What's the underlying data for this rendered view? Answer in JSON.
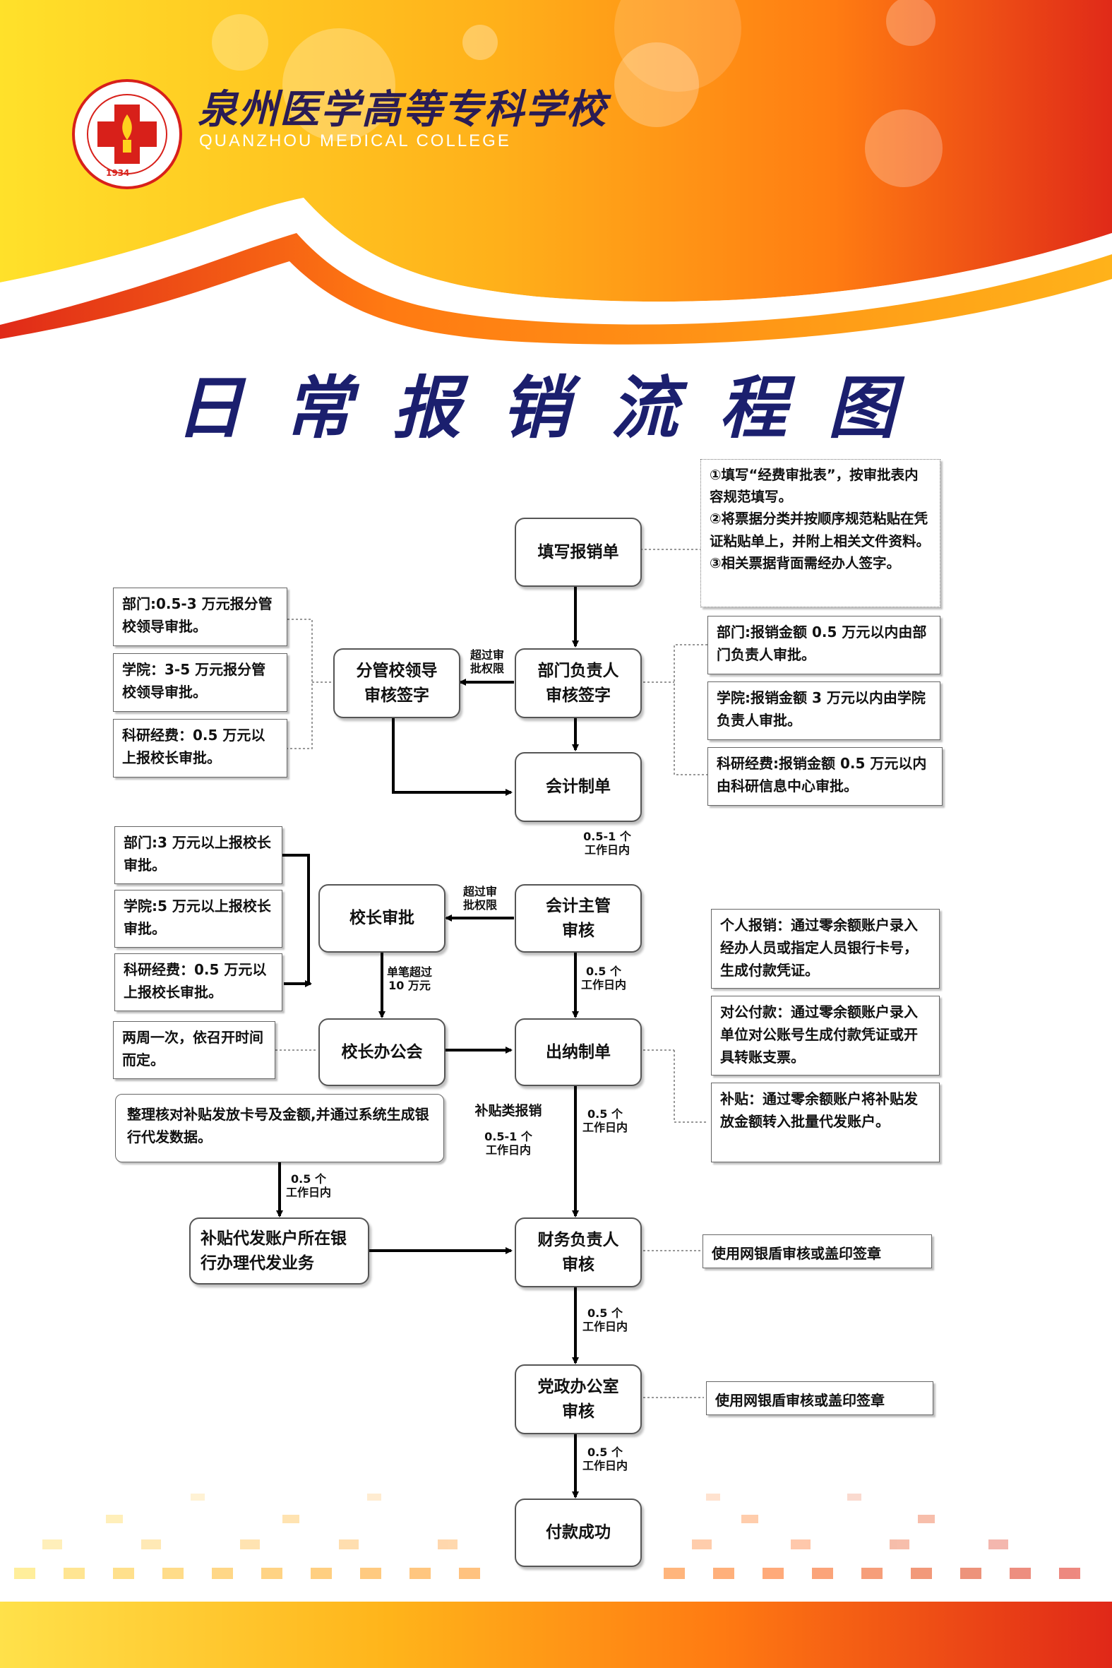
{
  "header": {
    "college_cn": "泉州医学高等专科学校",
    "college_en": "QUANZHOU MEDICAL COLLEGE",
    "emblem_year": "1934"
  },
  "title": "日常报销流程图",
  "nodes": {
    "fill_form": "填写报销单",
    "dept_head": "部门负责人\n审核签字",
    "vp_sign": "分管校领导\n审核签字",
    "accounting": "会计制单",
    "acct_supervisor": "会计主管\n审核",
    "president": "校长审批",
    "president_office": "校长办公会",
    "cashier": "出纳制单",
    "finance_head": "财务负责人\n审核",
    "bank_subsidy": "补贴代发账户所在银\n行办理代发业务",
    "party_office": "党政办公室\n审核",
    "payment_ok": "付款成功"
  },
  "notes": {
    "fill_steps": "①填写“经费审批表”，按审批表内容规范填写。\n②将票据分类并按顺序规范粘贴在凭证粘贴单上，并附上相关文件资料。\n③相关票据背面需经办人签字。",
    "vp_dept": "部门:0.5-3 万元报分管校领导审批。",
    "vp_college": "学院：3-5 万元报分管校领导审批。",
    "vp_research": "科研经费：0.5 万元以上报校长审批。",
    "head_dept": "部门:报销金额 0.5 万元以内由部门负责人审批。",
    "head_college": "学院:报销金额 3 万元以内由学院负责人审批。",
    "head_research": "科研经费:报销金额 0.5 万元以内由科研信息中心审批。",
    "pres_dept": "部门:3 万元以上报校长审批。",
    "pres_college": "学院:5 万元以上报校长审批。",
    "pres_research": "科研经费：0.5 万元以上报校长审批。",
    "meeting": "两周一次，依召开时间而定。",
    "subsidy_prep": "整理核对补贴发放卡号及金额,并通过系统生成银行代发数据。",
    "cash_personal": "个人报销：通过零余额账户录入经办人员或指定人员银行卡号，生成付款凭证。",
    "cash_public": "对公付款：通过零余额账户录入单位对公账号生成付款凭证或开具转账支票。",
    "cash_subsidy": "补贴：通过零余额账户将补贴发放金额转入批量代发账户。",
    "finance_usb": "使用网银盾审核或盖印签章",
    "party_usb": "使用网银盾审核或盖印签章"
  },
  "labels": {
    "exceed_1": "超过审\n批权限",
    "exceed_2": "超过审\n批权限",
    "days_acct": "0.5-1 个\n工作日内",
    "single_over": "单笔超过\n10 万元",
    "days_cashier": "0.5 个\n工作日内",
    "subsidy_title": "补贴类报销",
    "days_subsidy_branch": "0.5-1 个\n工作日内",
    "days_to_finance": "0.5 个\n工作日内",
    "days_subsidy_prep": "0.5 个\n工作日内",
    "days_to_party": "0.5 个\n工作日内",
    "days_to_payment": "0.5 个\n工作日内"
  },
  "colors": {
    "title": "#1b1f6e",
    "banner_yellow": "#ffd21e",
    "banner_orange": "#ff8a10",
    "banner_red": "#e0281a",
    "arrow": "#000000"
  }
}
